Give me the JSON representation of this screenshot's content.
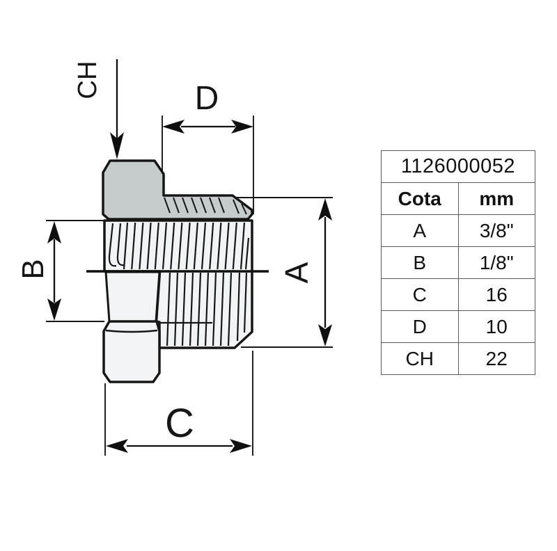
{
  "drawing": {
    "labels": {
      "hex_width": "CH",
      "thread_length": "D",
      "small_diameter": "B",
      "large_diameter": "A",
      "total_length": "C"
    }
  },
  "table": {
    "part_number": "1126000052",
    "header": {
      "dimension": "Cota",
      "unit": "mm"
    },
    "rows": [
      {
        "dimension": "A",
        "value": "3/8\""
      },
      {
        "dimension": "B",
        "value": "1/8\""
      },
      {
        "dimension": "C",
        "value": "16"
      },
      {
        "dimension": "D",
        "value": "10"
      },
      {
        "dimension": "CH",
        "value": "22"
      }
    ]
  },
  "colors": {
    "background": "#ffffff",
    "hex_head_fill": "#c6cccd",
    "body_fill": "#f1f4f5",
    "outline": "#161616",
    "table_border": "#5a5a5a",
    "text": "#111111"
  }
}
